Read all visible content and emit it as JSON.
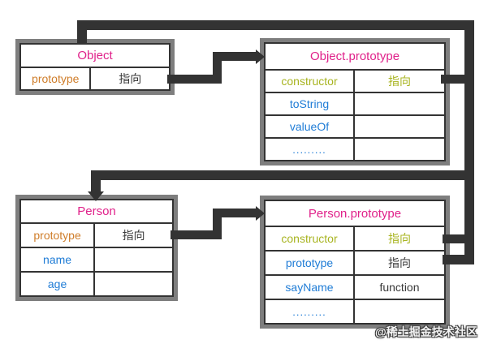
{
  "diagram": {
    "background": "#ffffff",
    "line_color": "#333333",
    "table_outline_color": "#7e7e7e",
    "colors": {
      "title_pink": "#e0218a",
      "key_orange": "#cf7d2a",
      "key_olive": "#a8b420",
      "key_blue": "#1f7cd6",
      "value_dark": "#3a3a3a",
      "watermark_text": "#ffffff"
    },
    "tables": {
      "object": {
        "title": "Object",
        "rows": [
          {
            "key": "prototype",
            "value": "指向"
          }
        ]
      },
      "object_prototype": {
        "title": "Object.prototype",
        "rows": [
          {
            "key": "constructor",
            "value": "指向"
          },
          {
            "key": "toString",
            "value": ""
          },
          {
            "key": "valueOf",
            "value": ""
          },
          {
            "key": ".........",
            "value": ""
          }
        ]
      },
      "person": {
        "title": "Person",
        "rows": [
          {
            "key": "prototype",
            "value": "指向"
          },
          {
            "key": "name",
            "value": ""
          },
          {
            "key": "age",
            "value": ""
          }
        ]
      },
      "person_prototype": {
        "title": "Person.prototype",
        "rows": [
          {
            "key": "constructor",
            "value": "指向"
          },
          {
            "key": "prototype",
            "value": "指向"
          },
          {
            "key": "sayName",
            "value": "function"
          },
          {
            "key": ".........",
            "value": ""
          }
        ]
      }
    },
    "watermark": "@稀土掘金技术社区"
  }
}
